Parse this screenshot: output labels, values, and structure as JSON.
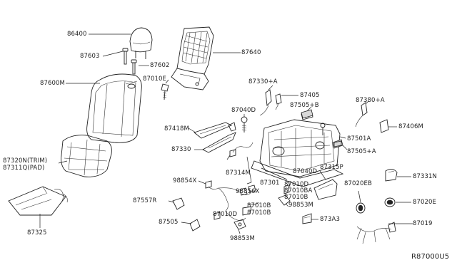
{
  "callouts": [
    {
      "id": "p86400",
      "text": "86400"
    },
    {
      "id": "p87603",
      "text": "87603"
    },
    {
      "id": "p87602",
      "text": "87602"
    },
    {
      "id": "p87640",
      "text": "87640"
    },
    {
      "id": "p87010E",
      "text": "87010E"
    },
    {
      "id": "p87600M",
      "text": "87600M"
    },
    {
      "id": "p87330A",
      "text": "87330+A"
    },
    {
      "id": "p87405",
      "text": "87405"
    },
    {
      "id": "p87380A",
      "text": "87380+A"
    },
    {
      "id": "p87040D1",
      "text": "87040D"
    },
    {
      "id": "p87505B",
      "text": "87505+B"
    },
    {
      "id": "p87406M",
      "text": "87406M"
    },
    {
      "id": "p87418M",
      "text": "87418M"
    },
    {
      "id": "p87501A",
      "text": "87501A"
    },
    {
      "id": "p87330",
      "text": "87330"
    },
    {
      "id": "p87505A",
      "text": "87505+A"
    },
    {
      "id": "p87320N",
      "text": "87320N(TRIM)"
    },
    {
      "id": "p87311Q",
      "text": "87311Q(PAD)"
    },
    {
      "id": "p87314M",
      "text": "87314M"
    },
    {
      "id": "p87315P",
      "text": "87315P"
    },
    {
      "id": "p87040D2",
      "text": "87040D"
    },
    {
      "id": "p87331N",
      "text": "87331N"
    },
    {
      "id": "p98854X",
      "text": "98854X"
    },
    {
      "id": "p87301",
      "text": "87301"
    },
    {
      "id": "p87010D1",
      "text": "87010D"
    },
    {
      "id": "p87020EB",
      "text": "87020EB"
    },
    {
      "id": "p98856X",
      "text": "98856X"
    },
    {
      "id": "p87010BA",
      "text": "87010BA"
    },
    {
      "id": "p87010B1",
      "text": "87010B"
    },
    {
      "id": "p87557R",
      "text": "87557R"
    },
    {
      "id": "p98853M1",
      "text": "98853M"
    },
    {
      "id": "p87020E",
      "text": "87020E"
    },
    {
      "id": "p87010D2",
      "text": "87010D"
    },
    {
      "id": "p87010B2",
      "text": "87010B"
    },
    {
      "id": "p87019",
      "text": "87019"
    },
    {
      "id": "p87505",
      "text": "87505"
    },
    {
      "id": "p87010B3",
      "text": "87010B"
    },
    {
      "id": "p87325",
      "text": "87325"
    },
    {
      "id": "p87343",
      "text": "873A3"
    },
    {
      "id": "p98853M2",
      "text": "98853M"
    }
  ],
  "diagram_code": "R87000U5"
}
